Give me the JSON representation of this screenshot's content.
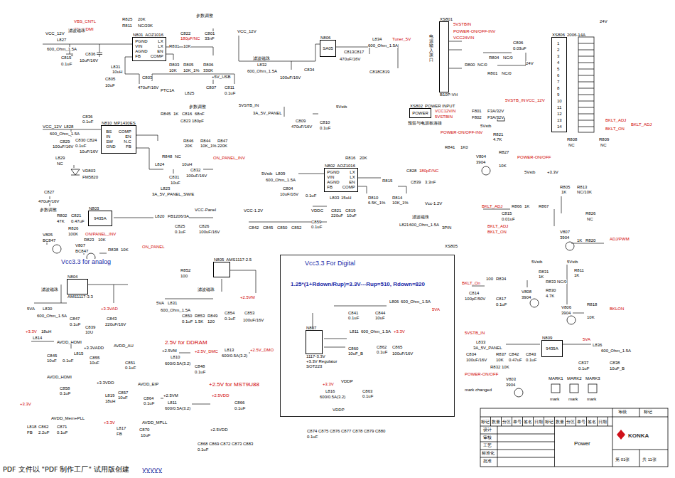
{
  "diagram": {
    "nodes": [
      {
        "text": [
          "N801",
          "AOZ1016",
          "PGND",
          "LX",
          "VIN",
          "LX",
          "AGND",
          "EN",
          "FB",
          "COMP"
        ]
      },
      {
        "text": [
          "N806",
          "SA05"
        ]
      },
      {
        "text": [
          "XS801",
          "B10P-VH"
        ]
      },
      {
        "text": [
          "XS806",
          "2006-14A"
        ]
      },
      {
        "text": [
          "XS802",
          "POWER INPUT",
          "POWER"
        ]
      },
      {
        "text": [
          "N810",
          "MP1430ES",
          "BS",
          "COMP",
          "IN",
          "EN",
          "SW",
          "N.C",
          "GND",
          "FB"
        ]
      },
      {
        "text": [
          "N803",
          "9435A"
        ]
      },
      {
        "text": [
          "N802",
          "AOZ1016",
          "PGND",
          "LX",
          "VIN",
          "LX",
          "AGND",
          "EN",
          "FB",
          "COMP"
        ]
      },
      {
        "text": [
          "N804",
          "AMS1117-3.3"
        ]
      },
      {
        "text": [
          "N805",
          "AMS1117-2.5"
        ]
      },
      {
        "text": [
          "Vcc3.3 For Digital",
          "1.25*(1+Rdown/Rup)=3.3V---Rup=510, Rdown=820"
        ]
      },
      {
        "text": [
          "N807",
          "1117-3.3V",
          "+3.3V Regulator",
          "SOT223"
        ],
        "in": 10
      },
      {
        "text": [
          "N809",
          "9435A"
        ]
      }
    ],
    "labels": [
      "VBS_CNTL",
      "ON_HDMI",
      "R825",
      "20K",
      "R811",
      "NC/20K",
      "参数调整",
      "VCC_12V",
      "滤波磁珠",
      "L827",
      "600_Ohm_1.5A",
      "C815",
      "0.1uF",
      "C836",
      "10uF/16V",
      "L831",
      "10uH",
      "C805",
      "10uF",
      "C803",
      "470uF/16V",
      "R803",
      "10K",
      "R805",
      "10K_1%",
      "R806",
      "330K",
      "C822",
      "180pF/NC",
      "R831",
      "10K",
      "C801",
      "33nF",
      "PTC1A",
      "L825",
      "+5V_USB",
      "C807",
      "C811",
      "0.1uF",
      "VCC_12V",
      "滤波磁珠",
      "L832",
      "600_Ohm_1.5A",
      "C834",
      "100uF/16V",
      "C813",
      "C817",
      "470uF/16V",
      "L834",
      "600_Ohm_1.5A",
      "Tuner_5V",
      "C818",
      "C819",
      "5VSTBIN",
      "POWER-ON/OFF-INV",
      "VCC24VIN",
      "C806",
      "0.03uF",
      "电源输入接口",
      "R804",
      "NC/0",
      "R800",
      "NC/0",
      "R801",
      "NC/0",
      "24V",
      "24V",
      "1",
      "2",
      "3",
      "4",
      "5",
      "6",
      "7",
      "8",
      "9",
      "10",
      "11",
      "12",
      "13",
      "14",
      "R808",
      "NC",
      "R809",
      "NC",
      "BKLT_ADJ",
      "BKLT_ON",
      "BKLT_ADJ",
      "5VSTB_IN",
      "VCC_12V",
      "VCC12VIN",
      "5VSTBIN",
      "F801",
      "F3A/32V",
      "F802",
      "F3A/32V",
      "POWER-ON/OFF-INV",
      "预留与电源板连接",
      "5Vstb",
      "R821",
      "4.7K",
      "R841",
      "1K0",
      "V804",
      "3904",
      "R827",
      "10K",
      "POWER-ON/OFF",
      "C836",
      "0.1uF",
      "R845",
      "1K",
      "C816",
      "68nF",
      "C823",
      "180pF",
      "参数调整",
      "VCC_12V",
      "L828",
      "600_Ohm_1.5A",
      "C829",
      "100uF/16V",
      "C830",
      "C824",
      "0.1uF",
      "10uF/16V",
      "R846",
      "20K",
      "R844",
      "10K_1%",
      "R847",
      "220K",
      "L829",
      "NC",
      "ON_PANEL_INV",
      "R848",
      "NC",
      "L824",
      "10uH",
      "VD803",
      "FM5820",
      "C832",
      "100uF/16V",
      "C831",
      "10uF",
      "L823",
      "3A_5V_PANEL_SW/E",
      "C827",
      "470uF/16V",
      "参数调整",
      "R802",
      "47K",
      "C821",
      "0.47uF",
      "R826",
      "100K",
      "L820",
      "FB1206/3A",
      "VCC-Panel",
      "C825",
      "0.1uF",
      "C826",
      "100uF/16V",
      "V805",
      "BC847",
      "ON/PANEL_INV",
      "R823",
      "10K",
      "V807",
      "BC847",
      "R838",
      "10K",
      "ON_PANEL",
      "5VSTB_IN",
      "3A_5V_PANEL",
      "C809",
      "470uF/16V",
      "C810",
      "0.1uF",
      "5Vstb",
      "5Vstb",
      "L809",
      "600_Ohm_1.5A",
      "C804",
      "10uF/16V",
      "0.1uF",
      "R816",
      "20K",
      "C828",
      "180pF/NC",
      "R815",
      "C839",
      "3.3nF",
      "L803",
      "15uH",
      "C821",
      "220uF",
      "C819",
      "10uF",
      "R810",
      "6.5K_1%",
      "R814",
      "10K_1%",
      "Vcc-1.2V",
      "L821",
      "600_Ohm_1.5A",
      "滤波磁珠",
      "VDDC",
      "VCC-1.2V",
      "C842",
      "C845",
      "C850",
      "C852",
      "C859",
      "0.1uF",
      "Vcc3.3 for analog",
      "滤波磁珠",
      "5VA",
      "L830",
      "600_Ohm_1.5A",
      "C847",
      "0.1uF",
      "C839",
      "10U",
      "+3.3VAD",
      "C843",
      "220uF/16V",
      "+3.3V",
      "L814",
      "18uH",
      "AVDD_HDMI",
      "+3.3VADD",
      "AVDD_AU",
      "L815",
      "C845",
      "10uF",
      "0.1uF",
      "C855",
      "10uF",
      "C851",
      "0.1uF",
      "AVDD_HDMI",
      "C858",
      "0.1uF",
      "+3.3VDD",
      "L819",
      "18uH",
      "C857",
      "10uF",
      "AVDD_EIP",
      "C864",
      "0.1uF",
      "+3.3V",
      "AVDD_Mem+PLL",
      "L818",
      "FB",
      "C862",
      "2.2uF",
      "C871",
      "0.1uF",
      "+3.3V",
      "L817",
      "FB",
      "AVDD_MPLL",
      "C870",
      "10uF",
      "R852",
      "100",
      "滤波磁珠",
      "5VA",
      "L831",
      "600_Ohm_1.5A",
      "C850",
      "0.1uF",
      "R853",
      "1.5K",
      "R849",
      "120",
      "+2.5VM",
      "C854",
      "0.1uF",
      "C853",
      "100uF/16V",
      "2.5V for DDRAM",
      "+2.5VM",
      "L810",
      "600/0.5A(3.2)",
      "+2.5V_DMC",
      "L813",
      "600/0.5A(3.2)",
      "+2.5V_DMO",
      "C848",
      "0.1uF",
      "+2.5V for MST9U88",
      "+2.5VM",
      "L811",
      "600/0.5A(3.2)",
      "+2.5VDD",
      "C866",
      "0.1uF",
      "+2.5VDD",
      "C868",
      "C869",
      "C872",
      "C873",
      "C883",
      "0.1uF",
      "L806",
      "600_Ohm_1.5A",
      "5VA",
      "C841",
      "0.1uF",
      "C844",
      "10uF",
      "L811",
      "600_Ohm_1.5A",
      "+3.3V",
      "C860",
      "10uF_B",
      "C862",
      "0.1uF",
      "C865",
      "100uF/16V",
      "+3.3V",
      "VDDP",
      "L816",
      "600/0.5A(3.2)",
      "C863",
      "0.1uF",
      "VDDP",
      "C874",
      "C875",
      "C876",
      "C877",
      "C878",
      "C879",
      "C880",
      "0.1uF",
      "5Vstb",
      "+3.3V",
      "R805",
      "1K",
      "R813",
      "NC/10K",
      "BKLT_ADJ",
      "R866",
      "1K",
      "R867",
      "C815",
      "0.01uF",
      "R826",
      "NC",
      "3PIN",
      "BKLT_ADJ",
      "BKLT_ON",
      "V807",
      "3904",
      "1K",
      "R820",
      "ADJ/PWM",
      "XS805",
      "5Vstb",
      "5Vstb",
      "BKLT_On",
      "100",
      "R834",
      "C814",
      "100pF/50V",
      "C817",
      "0.1uF",
      "V808",
      "3904",
      "R831",
      "1K",
      "R833",
      "NC/0",
      "R830",
      "4.7K",
      "R811",
      "1K",
      "V806",
      "3904",
      "R818",
      "10K",
      "BKLON",
      "5VSTB_IN",
      "L833",
      "3A_5V_PANEL",
      "C834",
      "100uF/16V",
      "R837",
      "10K",
      "C842",
      "0.47uF",
      "C843",
      "0.1uF",
      "R832",
      "10K",
      "POWER-ON/OFF",
      "V803",
      "3904",
      "5VA",
      "L836",
      "600_Ohm_1.5A",
      "C837",
      "0.1uF",
      "C838",
      "10uF_B",
      "mark changed",
      "MARK1",
      "MARK2",
      "MARK3",
      "mark",
      "mark",
      "mark",
      "等级",
      "标记",
      "标记",
      "数量",
      "分区",
      "单号",
      "签名",
      "日期",
      "标记",
      "数量",
      "分区",
      "单号",
      "签名",
      "日期",
      "设计",
      "审核",
      "工艺",
      "标准化",
      "批准",
      "KONKA",
      "Power",
      "第 01张",
      "共 11张",
      "PDF 文件以 \"PDF 制作工厂\" 试用版创建",
      "yyyyy"
    ]
  }
}
